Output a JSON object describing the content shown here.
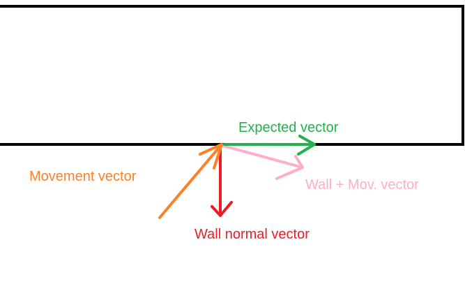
{
  "labels": {
    "expected": "Expected vector",
    "movement": "Movement vector",
    "wall_mov": "Wall + Mov. vector",
    "wall_normal": "Wall normal vector"
  },
  "colors": {
    "wall": "#000000",
    "expected": "#22b14c",
    "movement": "#ff7f27",
    "wall_mov": "#ffaec9",
    "wall_normal": "#ed1c24"
  }
}
